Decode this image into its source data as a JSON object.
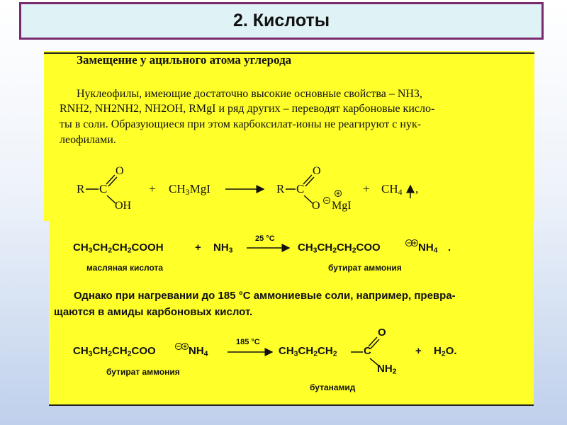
{
  "title": "2. Кислоты",
  "section1": {
    "heading": "Замещение у ацильного атома углерода",
    "lines": [
      "Нуклеофилы, имеющие достаточно высокие основные свойства – NH3,",
      "RNH2, NH2NH2, NH2OH, RMgI и ряд других – переводят карбоновые кисло-",
      "ты в соли. Образующиеся при этом карбоксилат-ионы не реагируют с нук-",
      "леофилами."
    ]
  },
  "reaction1": {
    "R": "R",
    "C": "C",
    "O": "O",
    "OH": "OH",
    "plus": "+",
    "reagent": "CH3MgI",
    "Ominus": "O",
    "MgI": "MgI",
    "product": "CH4",
    "comma": ","
  },
  "reaction2": {
    "reactant": "CH3CH2CH2COOH",
    "plus": "+",
    "reagent": "NH3",
    "condition": "25 °C",
    "product": "CH3CH2CH2COO",
    "counter": "NH4",
    "period": ".",
    "reactant_label": "масляная кислота",
    "product_label": "бутират аммония"
  },
  "paragraph2": [
    "Однако при нагревании до 185 °С аммониевые соли, например, превра-",
    "щаются в амиды карбоновых кислот."
  ],
  "reaction3": {
    "reactant": "CH3CH2CH2COO",
    "counter": "NH4",
    "condition": "185 °C",
    "chain": "CH3CH2CH2",
    "C": "C",
    "O": "O",
    "NH2": "NH2",
    "plus": "+",
    "water": "H2O.",
    "reactant_label": "бутират аммония",
    "product_label": "бутанамид"
  }
}
